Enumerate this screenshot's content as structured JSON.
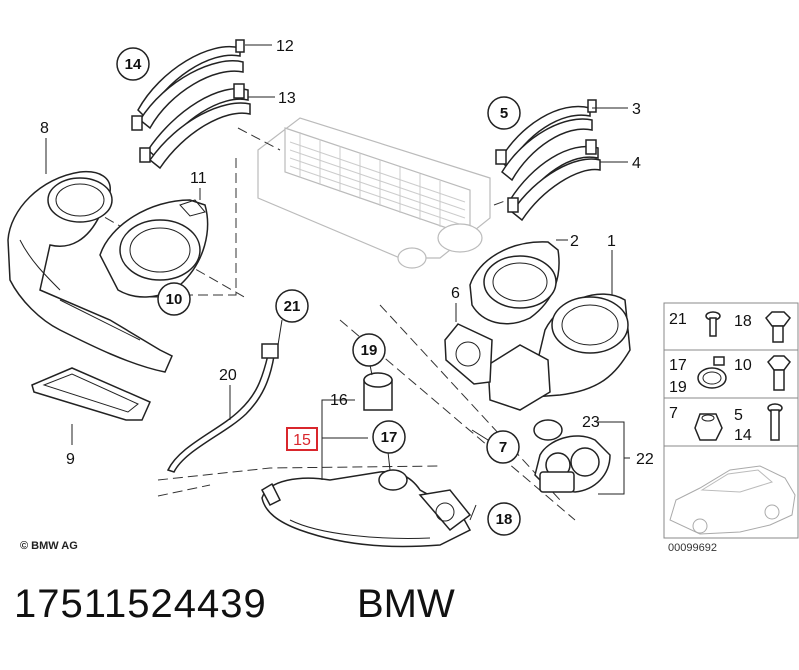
{
  "callouts": {
    "c14a": "14",
    "c5": "5",
    "c10": "10",
    "c21": "21",
    "c19": "19",
    "c17": "17",
    "c7": "7",
    "c18": "18"
  },
  "labels": {
    "l12": "12",
    "l13": "13",
    "l3": "3",
    "l4": "4",
    "l8": "8",
    "l11": "11",
    "l2": "2",
    "l1": "1",
    "l6": "6",
    "l20": "20",
    "l16": "16",
    "l15": "15",
    "l23": "23",
    "l22": "22",
    "l9": "9"
  },
  "legend": {
    "r1_left": "21",
    "r1_right": "18",
    "r2_left_a": "17",
    "r2_left_b": "19",
    "r2_right": "10",
    "r3_left": "7",
    "r3_right_a": "5",
    "r3_right_b": "14"
  },
  "highlight_color": "#d9262c",
  "copyright": "© BMW AG",
  "doc_id": "00099692",
  "footer": {
    "part_number": "17511524439",
    "brand": "BMW"
  }
}
